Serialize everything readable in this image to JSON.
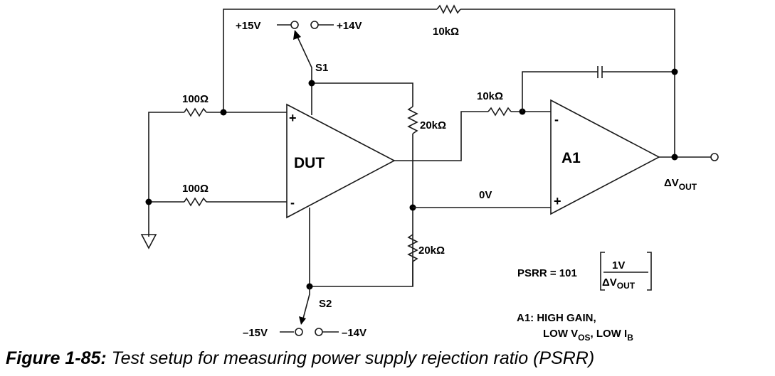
{
  "diagram": {
    "title": "Test setup for measuring power supply rejection ratio (PSRR)",
    "components": {
      "dut": {
        "label": "DUT"
      },
      "a1": {
        "label": "A1"
      },
      "r_in_plus": {
        "label": "100Ω"
      },
      "r_in_minus": {
        "label": "100Ω"
      },
      "r_feedback_top": {
        "label": "10kΩ"
      },
      "r_divider_top": {
        "label": "20kΩ"
      },
      "r_divider_bottom": {
        "label": "20kΩ"
      },
      "r_a1_input": {
        "label": "10kΩ"
      },
      "s1": {
        "label": "S1",
        "option_a": "+15V",
        "option_b": "+14V"
      },
      "s2": {
        "label": "S2",
        "option_a": "–15V",
        "option_b": "–14V"
      }
    },
    "nodes": {
      "zero_v": "0V",
      "output": {
        "prefix": "ΔV",
        "sub": "OUT"
      }
    },
    "formula": {
      "lhs": "PSRR = 101",
      "numerator": "1V",
      "denominator_prefix": "ΔV",
      "denominator_sub": "OUT"
    },
    "notes": {
      "line1": "A1: HIGH GAIN,",
      "line2_a": "LOW V",
      "line2_a_sub": "OS",
      "line2_b": ", LOW I",
      "line2_b_sub": "B"
    },
    "caption": {
      "figure": "Figure 1-85:",
      "text": " Test setup for measuring power supply rejection ratio (PSRR)"
    }
  }
}
